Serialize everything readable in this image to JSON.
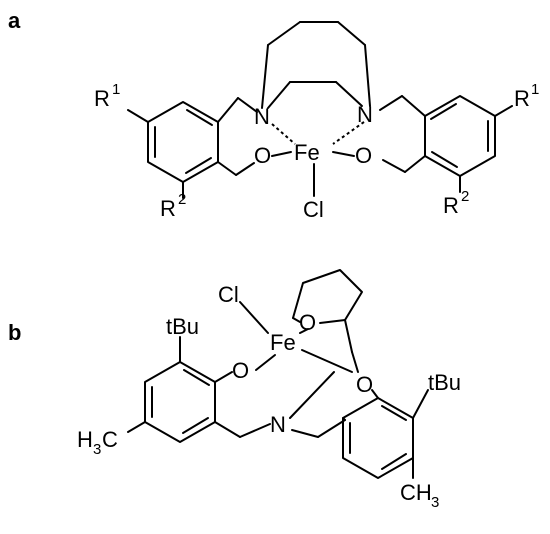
{
  "panels": {
    "a": {
      "label": "a",
      "atoms": {
        "r1_left_R": "R",
        "r1_left_sup": "1",
        "r2_left_R": "R",
        "r2_left_sup": "2",
        "n_left": "N",
        "n_right": "N",
        "o_left": "O",
        "fe": "Fe",
        "o_right": "O",
        "cl": "Cl",
        "r1_right_R": "R",
        "r1_right_sup": "1",
        "r2_right_R": "R",
        "r2_right_sup": "2"
      }
    },
    "b": {
      "label": "b",
      "atoms": {
        "cl": "Cl",
        "o_thf": "O",
        "tbu_left": "tBu",
        "o_left": "O",
        "fe": "Fe",
        "o_right": "O",
        "tbu_right": "tBu",
        "me_left_H": "H",
        "me_left_sub": "3",
        "me_left_C": "C",
        "n": "N",
        "me_right_CH": "CH",
        "me_right_sub": "3"
      }
    }
  }
}
